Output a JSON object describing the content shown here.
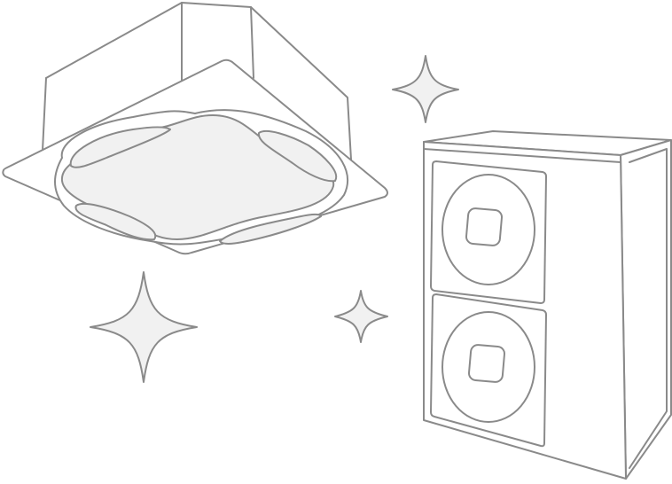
{
  "illustration": {
    "items": [
      {
        "id": "ceiling-cassette-air-conditioner",
        "icon": "ceiling-cassette-ac-icon"
      },
      {
        "id": "outdoor-unit",
        "icon": "outdoor-condenser-unit-icon"
      },
      {
        "id": "sparkle-large",
        "icon": "sparkle-icon"
      },
      {
        "id": "sparkle-medium",
        "icon": "sparkle-icon"
      },
      {
        "id": "sparkle-small",
        "icon": "sparkle-icon"
      }
    ]
  },
  "colors": {
    "stroke": "#8a8a8a",
    "fill_light": "#f1f1f1",
    "fill_white": "#ffffff",
    "background": "#ffffff"
  }
}
